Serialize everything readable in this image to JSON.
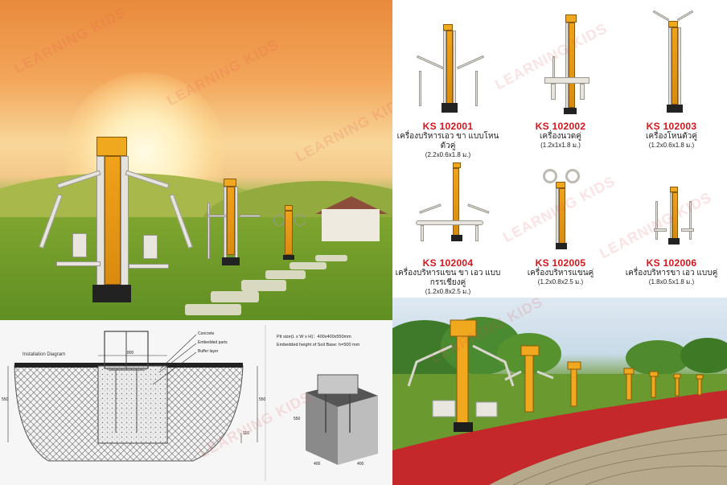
{
  "watermark": "LEARNING KIDS",
  "products": [
    {
      "code": "KS 102001",
      "name": "เครื่องบริหารเอว ขา แบบโหนตัวคู่",
      "size": "(2.2x0.6x1.8 ม.)"
    },
    {
      "code": "KS 102002",
      "name": "เครื่องนวดคู่",
      "size": "(1.2x1x1.8 ม.)"
    },
    {
      "code": "KS 102003",
      "name": "เครื่องโหนตัวคู่",
      "size": "(1.2x0.6x1.8 ม.)"
    },
    {
      "code": "KS 102004",
      "name": "เครื่องบริหารแขน ขา เอว แบบกรรเชียงคู่",
      "size": "(1.2x0.8x2.5 ม.)"
    },
    {
      "code": "KS 102005",
      "name": "เครื่องบริหารแขนคู่",
      "size": "(1.2x0.8x2.5 ม.)"
    },
    {
      "code": "KS 102006",
      "name": "เครื่องบริหารขา เอว แบบคู่",
      "size": "(1.8x0.5x1.8 ม.)"
    }
  ],
  "diagram": {
    "title": "Installation Diagram",
    "labels": {
      "concrete": "Concrete",
      "embedded": "Embedded parts",
      "buffer": "Buffer layer"
    },
    "dims": {
      "top": "800",
      "left": "550",
      "right": "550",
      "bottom": "110"
    },
    "notes": [
      "Pit size(L x W x H)：400x400x550mm",
      "Embedded height of Soil Base: h=500 mm"
    ],
    "cube_dims": {
      "height": "550",
      "depth": "400",
      "width": "400"
    }
  }
}
